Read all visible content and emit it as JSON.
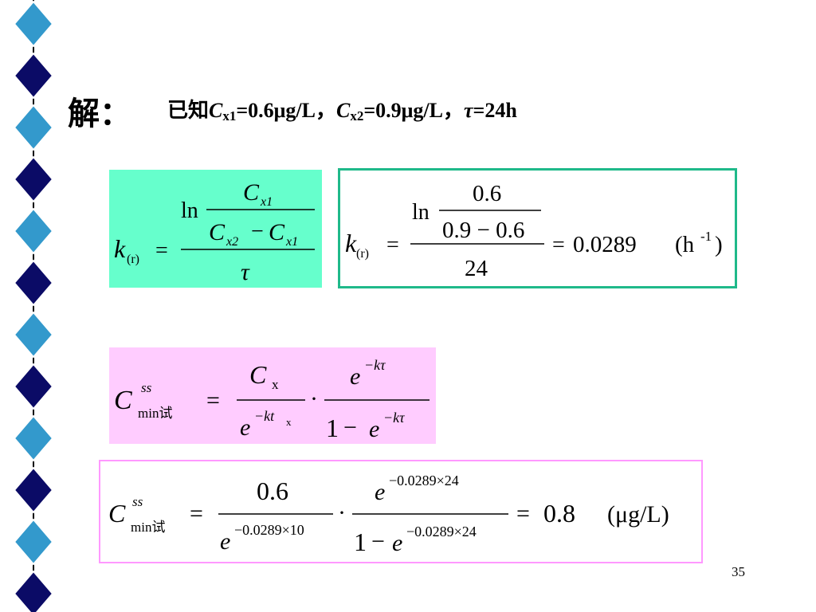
{
  "slide": {
    "title": "解：",
    "given": {
      "prefix": "已知",
      "c1_sym": "C",
      "c1_sub": "x1",
      "c1_val": "=0.6μg/L，",
      "c2_sym": "C",
      "c2_sub": "x2",
      "c2_val": "=0.9μg/L，",
      "tau_sym": "τ",
      "tau_val": "=24h"
    },
    "formula1": {
      "ln": "ln",
      "num_C": "C",
      "num_sub": "x1",
      "den_C1": "C",
      "den_sub1": "x2",
      "minus": "−",
      "den_C2": "C",
      "den_sub2": "x1",
      "tau": "τ",
      "k": "k",
      "k_sub": "(r)",
      "eq": "="
    },
    "formula2": {
      "k": "k",
      "k_sub": "(r)",
      "eq1": "=",
      "ln": "ln",
      "num": "0.6",
      "den": "0.9 − 0.6",
      "den2": "24",
      "eq2": "=",
      "result": "0.0289",
      "unit": "(h",
      "unit_exp": "-1",
      "unit_close": ")"
    },
    "formula3": {
      "C": "C",
      "sup": "ss",
      "sub": "min试",
      "eq": "=",
      "num1_C": "C",
      "num1_sub": "x",
      "den1_e": "e",
      "den1_exp": "−kt",
      "den1_exp_sub": "x",
      "dot": "·",
      "num2_e": "e",
      "num2_exp": "−kτ",
      "den2_one": "1",
      "den2_minus": "−",
      "den2_e": "e",
      "den2_exp": "−kτ"
    },
    "formula4": {
      "C": "C",
      "sup": "ss",
      "sub": "min试",
      "eq1": "=",
      "num1": "0.6",
      "den1_e": "e",
      "den1_exp": "−0.0289×10",
      "dot": "·",
      "num2_e": "e",
      "num2_exp": "−0.0289×24",
      "den2_one": "1",
      "den2_minus": "−",
      "den2_e": "e",
      "den2_exp": "−0.0289×24",
      "eq2": "=",
      "result": "0.8",
      "unit": "(μg/L)"
    },
    "page_number": "35"
  },
  "colors": {
    "diamond_light": "#3399cc",
    "diamond_dark": "#0b0b66",
    "box1_fill": "#66ffcc",
    "box2_border": "#1fb98a",
    "box3_fill": "#ffccff",
    "box4_border": "#ff99ff"
  }
}
